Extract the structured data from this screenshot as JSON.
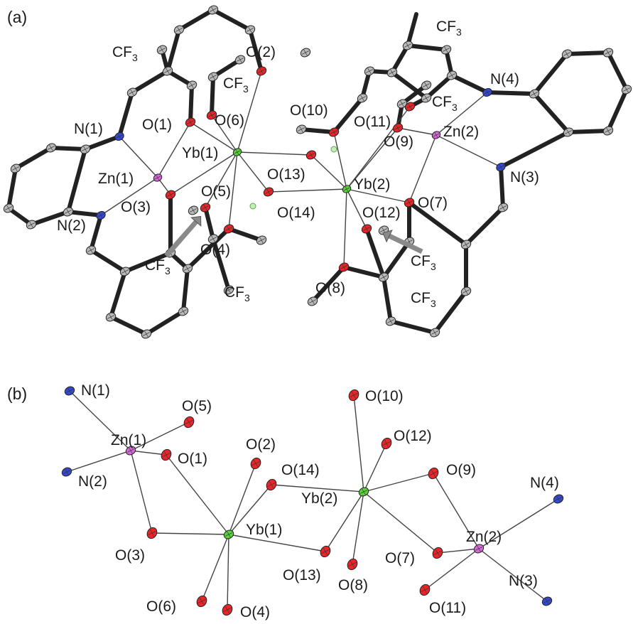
{
  "figure": {
    "panel_a": {
      "label": "(a)",
      "atoms": {
        "Yb1": "Yb(1)",
        "Yb2": "Yb(2)",
        "Zn1": "Zn(1)",
        "Zn2": "Zn(2)",
        "N1": "N(1)",
        "N2": "N(2)",
        "N3": "N(3)",
        "N4": "N(4)",
        "O1": "O(1)",
        "O2": "O(2)",
        "O3": "O(3)",
        "O4": "O(4)",
        "O5": "O(5)",
        "O6": "O(6)",
        "O7": "O(7)",
        "O8": "O(8)",
        "O9": "O(9)",
        "O10": "O(10)",
        "O11": "O(11)",
        "O12": "O(12)",
        "O13": "O(13)",
        "O14": "O(14)"
      },
      "cf3": {
        "base": "CF",
        "sub": "3"
      }
    },
    "panel_b": {
      "label": "(b)",
      "atoms": {
        "Yb1": "Yb(1)",
        "Yb2": "Yb(2)",
        "Zn1": "Zn(1)",
        "Zn2": "Zn(2)",
        "N1": "N(1)",
        "N2": "N(2)",
        "N3": "N(3)",
        "N4": "N(4)",
        "O1": "O(1)",
        "O2": "O(2)",
        "O3": "O(3)",
        "O4": "O(4)",
        "O5": "O(5)",
        "O6": "O(6)",
        "O7": "O(7)",
        "O8": "O(8)",
        "O9": "O(9)",
        "O10": "O(10)",
        "O11": "O(11)",
        "O12": "O(12)",
        "O13": "O(13)",
        "O14": "O(14)"
      }
    },
    "colors": {
      "carbon": "#b9b9b9",
      "oxygen": "#e8262a",
      "nitrogen": "#3548d0",
      "zinc": "#d46ad6",
      "ytterbium": "#5ad23a",
      "hydrogen": "#bff2b0",
      "bond": "#222222",
      "thin_bond": "#444444",
      "arrow": "#8a8a8a"
    }
  }
}
